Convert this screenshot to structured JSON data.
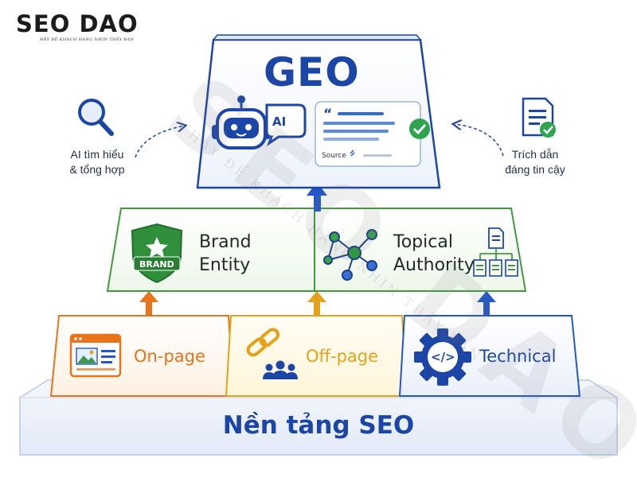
{
  "logo": {
    "title": "SEO DAO",
    "tagline": "HÃY ĐỂ KHÁCH HÀNG NHÌN THẤY BẠN"
  },
  "watermark": {
    "text": "SEO DAO",
    "tagline": "HÃY ĐỂ KHÁCH HÀNG NHÌN THẤY BẠN"
  },
  "top": {
    "title": "GEO",
    "ai_bubble": "AI",
    "quote_mark": "“",
    "source_label": "Source"
  },
  "side_left": {
    "line1": "AI tìm hiểu",
    "line2": "& tổng hợp"
  },
  "side_right": {
    "line1": "Trích dẫn",
    "line2": "đáng tin cậy"
  },
  "middle": {
    "brand": {
      "line1": "Brand",
      "line2": "Entity",
      "badge": "BRAND"
    },
    "topical": {
      "line1": "Topical",
      "line2": "Authority"
    }
  },
  "bottom": {
    "onpage": "On-page",
    "offpage": "Off-page",
    "technical": "Technical",
    "technical_symbol": "</>"
  },
  "base": {
    "label": "Nền tảng SEO"
  },
  "colors": {
    "navy": "#1c45a8",
    "green": "#3f9a3f",
    "orange": "#e8731a",
    "gold": "#e3a217",
    "blue": "#2257c7",
    "check_green": "#2fa44f"
  }
}
